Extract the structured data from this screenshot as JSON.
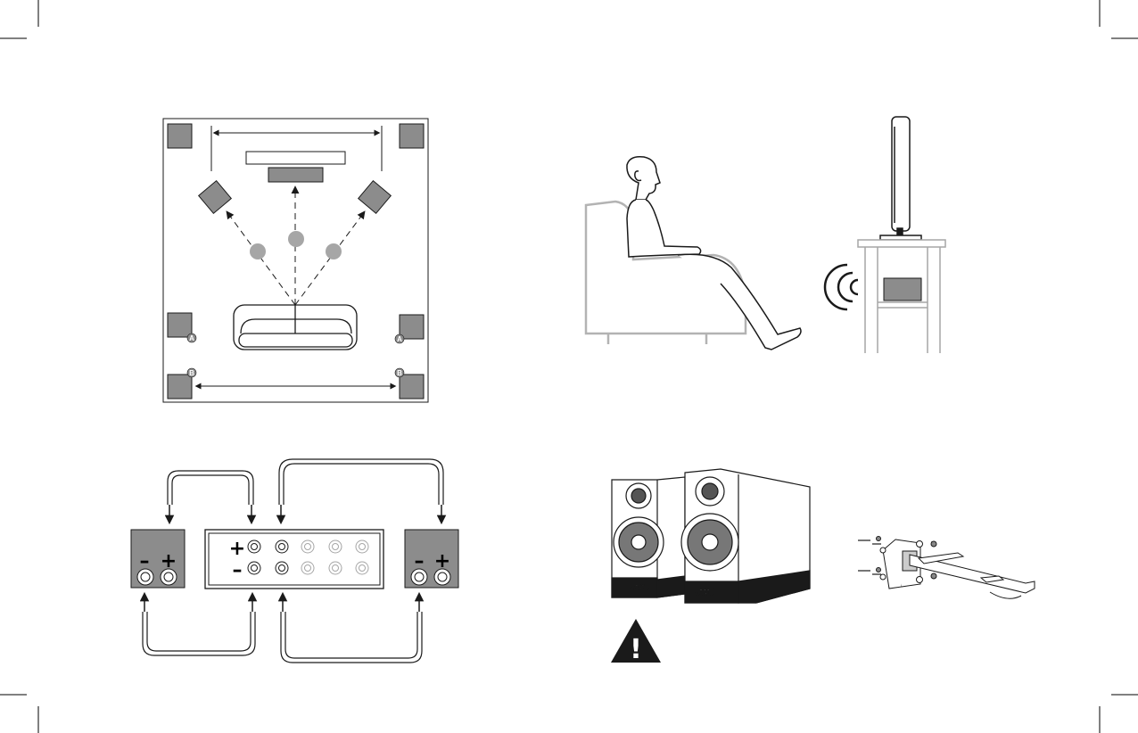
{
  "colors": {
    "ink": "#1a1a1a",
    "speaker_fill": "#8c8c8c",
    "light_gray": "#a6a6a6",
    "outline_gray": "#b3b3b3",
    "paper": "#ffffff"
  },
  "room_layout": {
    "surround_speaker_a_label": "A",
    "surround_speaker_b_label": "B"
  },
  "wiring": {
    "plus_sign": "+",
    "minus_sign": "–"
  },
  "speakers": {
    "brand_logo": "JAMO"
  },
  "warning": {
    "symbol": "!"
  },
  "icons": [
    "crop-mark-icon",
    "wireless-signal-icon",
    "warning-triangle-icon",
    "wall-bracket-icon"
  ]
}
